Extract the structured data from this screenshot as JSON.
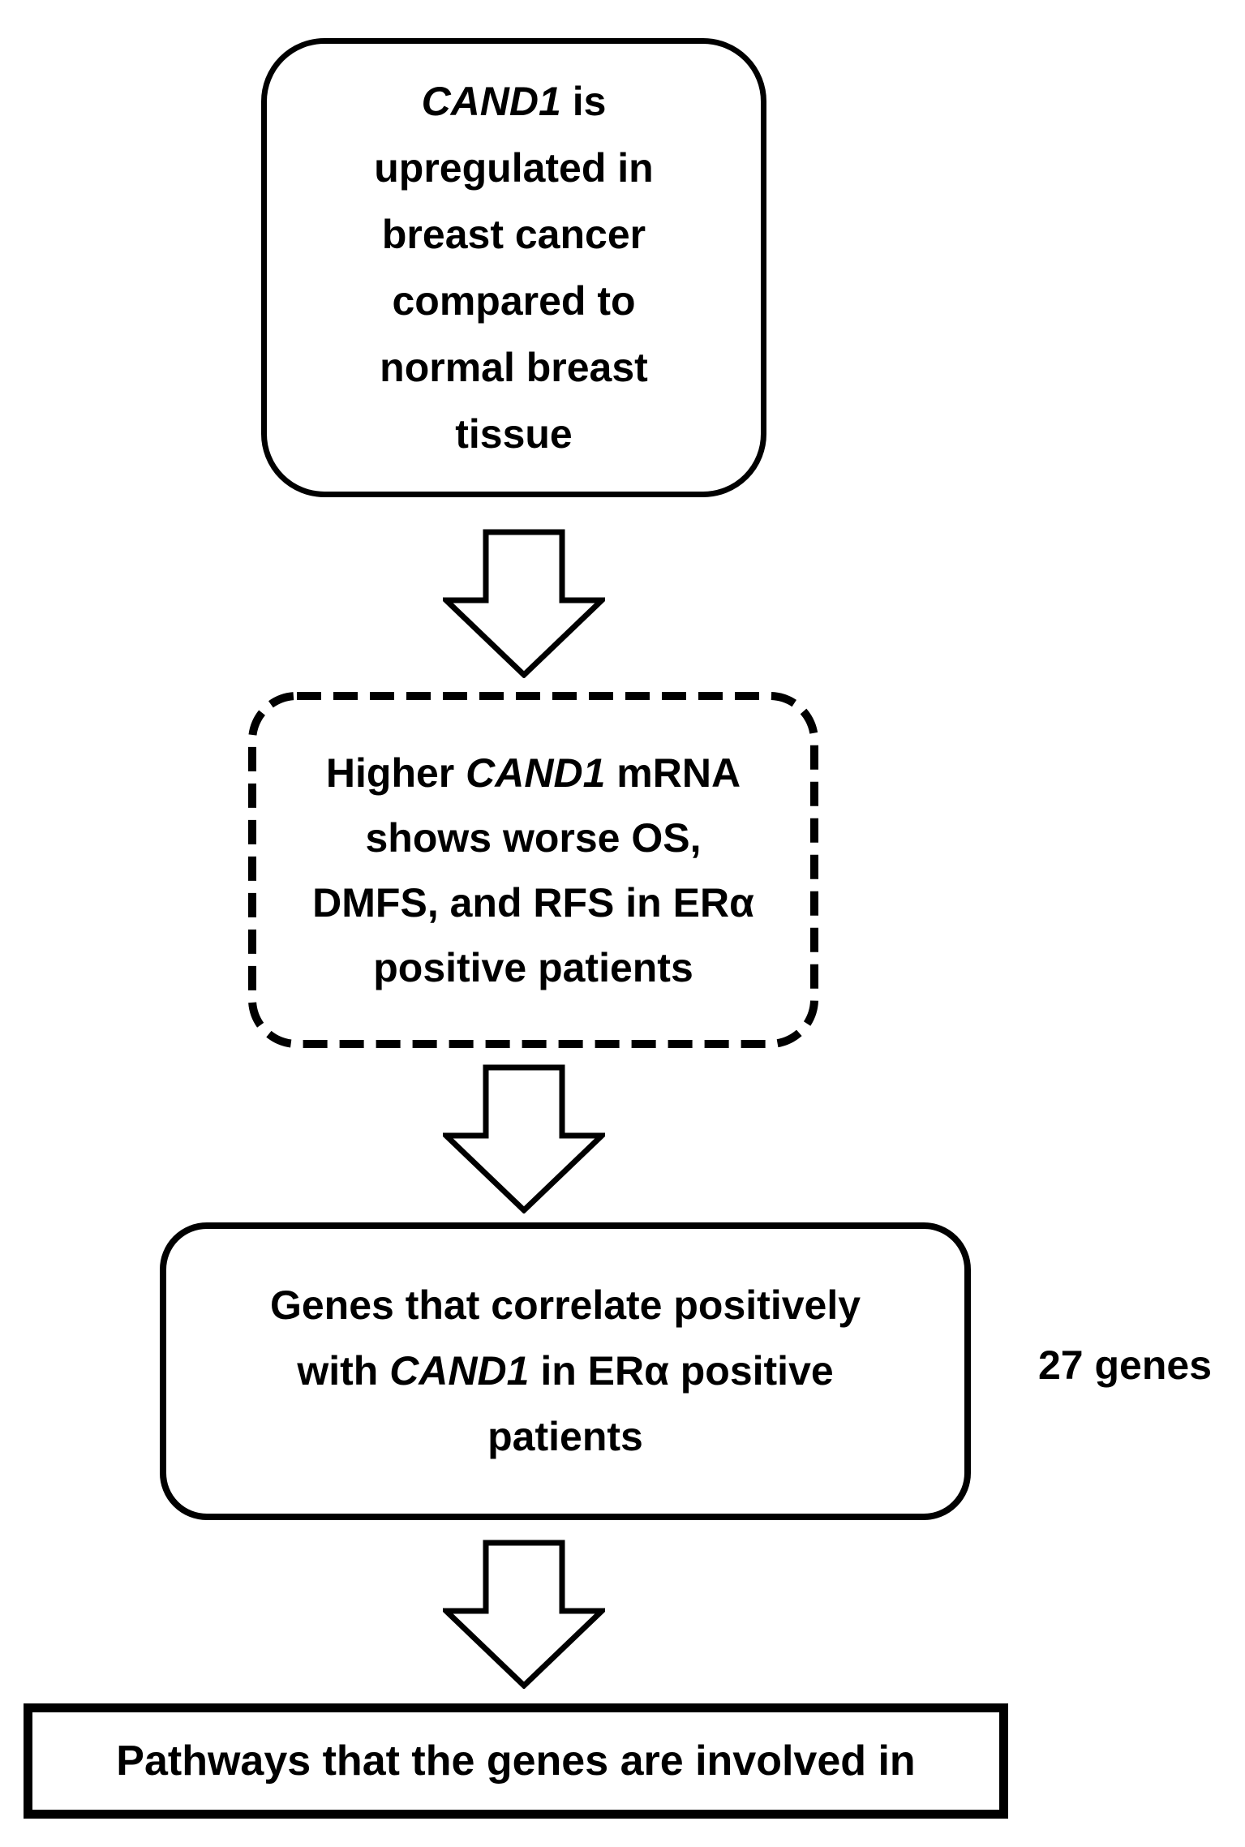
{
  "diagram": {
    "type": "flowchart",
    "background_color": "#ffffff",
    "stroke_color": "#000000",
    "text_color": "#000000",
    "nodes": [
      {
        "id": "cand1-upregulated",
        "shape": "rounded-rectangle",
        "border_style": "solid",
        "lines": [
          [
            {
              "text": "CAND1",
              "italic": true
            },
            {
              "text": " is"
            }
          ],
          [
            {
              "text": "upregulated in"
            }
          ],
          [
            {
              "text": "breast cancer"
            }
          ],
          [
            {
              "text": "compared to"
            }
          ],
          [
            {
              "text": "normal breast"
            }
          ],
          [
            {
              "text": "tissue"
            }
          ]
        ]
      },
      {
        "id": "cand1-prognosis",
        "shape": "rounded-rectangle",
        "border_style": "dashed",
        "lines": [
          [
            {
              "text": "Higher "
            },
            {
              "text": "CAND1",
              "italic": true
            },
            {
              "text": " mRNA"
            }
          ],
          [
            {
              "text": "shows worse OS,"
            }
          ],
          [
            {
              "text": "DMFS, and RFS in ERα"
            }
          ],
          [
            {
              "text": "positive patients"
            }
          ]
        ]
      },
      {
        "id": "correlated-genes",
        "shape": "rounded-rectangle",
        "border_style": "solid",
        "lines": [
          [
            {
              "text": "Genes that correlate positively"
            }
          ],
          [
            {
              "text": "with "
            },
            {
              "text": "CAND1",
              "italic": true
            },
            {
              "text": " in ERα positive"
            }
          ],
          [
            {
              "text": "patients"
            }
          ]
        ]
      },
      {
        "id": "pathways",
        "shape": "rectangle",
        "border_style": "solid",
        "lines": [
          [
            {
              "text": "Pathways that the genes are involved in"
            }
          ]
        ]
      }
    ],
    "annotations": [
      {
        "id": "gene-count",
        "text": "27 genes",
        "attached_to": "correlated-genes"
      }
    ],
    "connectors": [
      {
        "id": "arrow-1",
        "style": "outlined-block-arrow",
        "direction": "down",
        "from": "cand1-upregulated",
        "to": "cand1-prognosis"
      },
      {
        "id": "arrow-2",
        "style": "outlined-block-arrow",
        "direction": "down",
        "from": "cand1-prognosis",
        "to": "correlated-genes"
      },
      {
        "id": "arrow-3",
        "style": "outlined-block-arrow",
        "direction": "down",
        "from": "correlated-genes",
        "to": "pathways"
      }
    ]
  }
}
